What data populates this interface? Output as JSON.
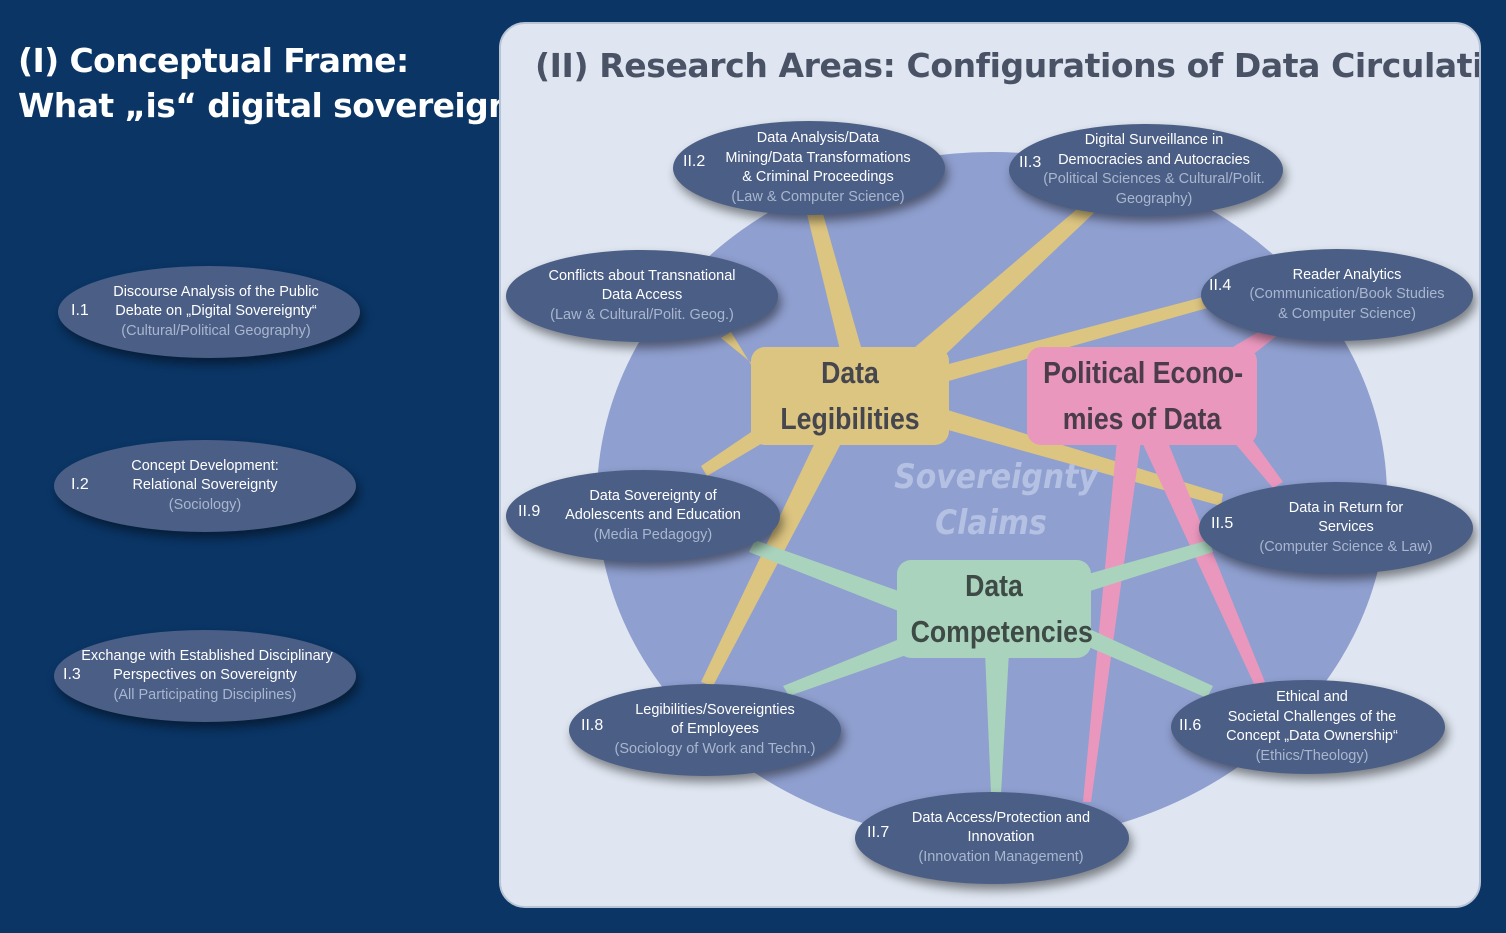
{
  "left": {
    "title_line1": "(I) Conceptual Frame:",
    "title_line2": "What „is“ digital sovereignty?",
    "items": [
      {
        "num": "I.1",
        "lines": [
          "Discourse Analysis of the Public",
          "Debate on „Digital Sovereignty“"
        ],
        "discipline": "(Cultural/Political Geography)"
      },
      {
        "num": "I.2",
        "lines": [
          "Concept Development:",
          "Relational Sovereignty"
        ],
        "discipline": "(Sociology)"
      },
      {
        "num": "I.3",
        "lines": [
          "Exchange with Established Disciplinary",
          "Perspectives on Sovereignty"
        ],
        "discipline": "(All Participating Disciplines)"
      }
    ]
  },
  "right": {
    "title": "(II) Research Areas: Configurations of Data Circulation",
    "hubs": {
      "legibilities": [
        "Data",
        "Legibilities"
      ],
      "political": [
        "Political Econo-",
        "mies of Data"
      ],
      "competencies": [
        "Data",
        "Competencies"
      ]
    },
    "center_label": [
      "Sovereignty",
      "Claims"
    ],
    "areas": [
      {
        "id": "ii1",
        "num": "",
        "lines": [
          "Conflicts about Transnational",
          "Data Access"
        ],
        "discipline": "(Law & Cultural/Polit. Geog.)"
      },
      {
        "id": "ii2",
        "num": "II.2",
        "lines": [
          "Data Analysis/Data",
          "Mining/Data Transformations",
          "& Criminal Proceedings"
        ],
        "discipline": "(Law & Computer Science)"
      },
      {
        "id": "ii3",
        "num": "II.3",
        "lines": [
          "Digital  Surveillance in",
          "Democracies and Autocracies"
        ],
        "discipline": "(Political Sciences & Cultural/Polit.",
        "discipline2": "Geography)"
      },
      {
        "id": "ii4",
        "num": "II.4",
        "lines": [
          "Reader Analytics"
        ],
        "discipline": "(Communication/Book Studies",
        "discipline2": "& Computer Science)"
      },
      {
        "id": "ii5",
        "num": "II.5",
        "lines": [
          "Data in Return for",
          "Services"
        ],
        "discipline": "(Computer Science & Law)"
      },
      {
        "id": "ii6",
        "num": "II.6",
        "lines": [
          "Ethical and",
          "Societal Challenges of  the",
          "Concept „Data Ownership“"
        ],
        "discipline": "(Ethics/Theology)"
      },
      {
        "id": "ii7",
        "num": "II.7",
        "lines": [
          "Data Access/Protection and",
          "Innovation"
        ],
        "discipline": "(Innovation Management)"
      },
      {
        "id": "ii8",
        "num": "II.8",
        "lines": [
          "Legibilities/Sovereignties",
          "of Employees"
        ],
        "discipline": "(Sociology of Work and Techn.)"
      },
      {
        "id": "ii9",
        "num": "II.9",
        "lines": [
          "Data Sovereignty of",
          "Adolescents and Education"
        ],
        "discipline": "(Media Pedagogy)"
      }
    ],
    "colors": {
      "legibilities": "#dcc481",
      "political": "#ea97bd",
      "competencies": "#a9d3bc",
      "circle": "#8f9fcf",
      "oval": "#4b5e86"
    }
  }
}
